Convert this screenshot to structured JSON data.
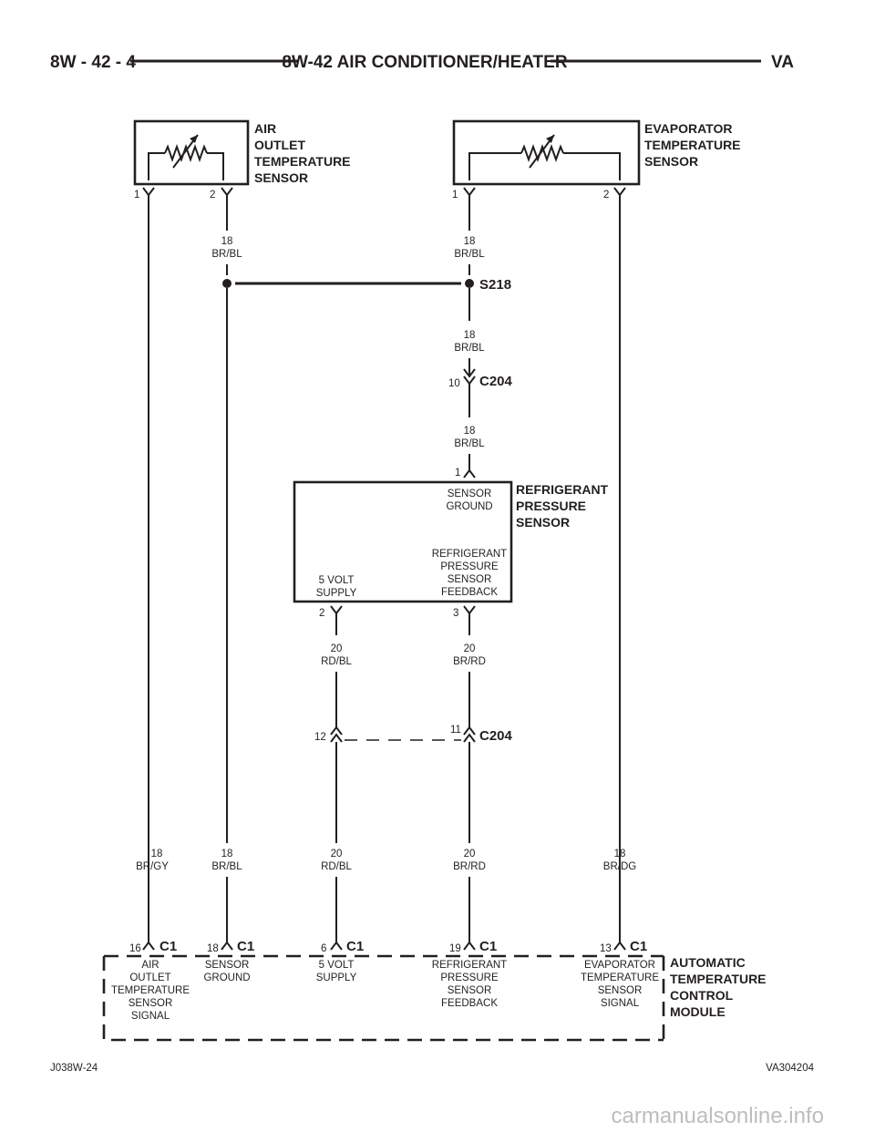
{
  "header": {
    "page_number": "8W - 42 - 4",
    "title": "8W-42 AIR CONDITIONER/HEATER",
    "model": "VA"
  },
  "components": {
    "air_outlet_sensor": {
      "lines": [
        "AIR",
        "OUTLET",
        "TEMPERATURE",
        "SENSOR"
      ],
      "pin1": "1",
      "pin2": "2"
    },
    "evaporator_sensor": {
      "lines": [
        "EVAPORATOR",
        "TEMPERATURE",
        "SENSOR"
      ],
      "pin1": "1",
      "pin2": "2"
    },
    "refrigerant_sensor": {
      "lines": [
        "REFRIGERANT",
        "PRESSURE",
        "SENSOR"
      ],
      "pin1": "1",
      "pin2": "2",
      "pin3": "3",
      "pin1_func": [
        "SENSOR",
        "GROUND"
      ],
      "pin2_func": [
        "5 VOLT",
        "SUPPLY"
      ],
      "pin3_func": [
        "REFRIGERANT",
        "PRESSURE",
        "SENSOR",
        "FEEDBACK"
      ]
    },
    "atc_module": {
      "lines": [
        "AUTOMATIC",
        "TEMPERATURE",
        "CONTROL",
        "MODULE"
      ],
      "pins": [
        {
          "cavity": "16",
          "connector": "C1",
          "func": [
            "AIR",
            "OUTLET",
            "TEMPERATURE",
            "SENSOR",
            "SIGNAL"
          ]
        },
        {
          "cavity": "18",
          "connector": "C1",
          "func": [
            "SENSOR",
            "GROUND"
          ]
        },
        {
          "cavity": "6",
          "connector": "C1",
          "func": [
            "5 VOLT",
            "SUPPLY"
          ]
        },
        {
          "cavity": "19",
          "connector": "C1",
          "func": [
            "REFRIGERANT",
            "PRESSURE",
            "SENSOR",
            "FEEDBACK"
          ]
        },
        {
          "cavity": "13",
          "connector": "C1",
          "func": [
            "EVAPORATOR",
            "TEMPERATURE",
            "SENSOR",
            "SIGNAL"
          ]
        }
      ]
    }
  },
  "splice": {
    "label": "S218"
  },
  "connectors": {
    "c204_upper": {
      "label": "C204",
      "cavity": "10"
    },
    "c204_lower": {
      "label": "C204",
      "cavity_left": "12",
      "cavity_right": "11"
    }
  },
  "wires": {
    "w1": {
      "gauge": "18",
      "color": "BR/BL"
    },
    "w2": {
      "gauge": "18",
      "color": "BR/BL"
    },
    "w3": {
      "gauge": "18",
      "color": "BR/BL"
    },
    "w4": {
      "gauge": "18",
      "color": "BR/BL"
    },
    "w5": {
      "gauge": "20",
      "color": "RD/BL"
    },
    "w6": {
      "gauge": "20",
      "color": "BR/RD"
    },
    "b1": {
      "gauge": "18",
      "color": "BR/GY"
    },
    "b2": {
      "gauge": "18",
      "color": "BR/BL"
    },
    "b3": {
      "gauge": "20",
      "color": "RD/BL"
    },
    "b4": {
      "gauge": "20",
      "color": "BR/RD"
    },
    "b5": {
      "gauge": "18",
      "color": "BR/DG"
    }
  },
  "footer": {
    "left_code": "J038W-24",
    "right_code": "VA304204"
  },
  "watermark": "carmanualsonline.info"
}
